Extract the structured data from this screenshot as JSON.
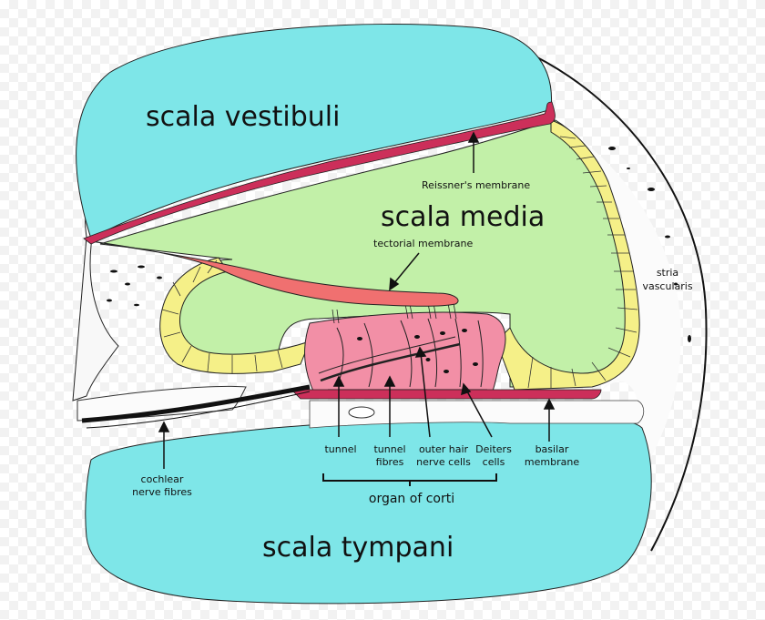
{
  "labels": {
    "scala_vestibuli": "scala vestibuli",
    "scala_media": "scala media",
    "scala_tympani": "scala tympani",
    "reissner": "Reissner's membrane",
    "tectorial": "tectorial membrane",
    "stria_1": "stria",
    "stria_2": "vascularis",
    "tunnel": "tunnel",
    "tunnel_fibres_1": "tunnel",
    "tunnel_fibres_2": "fibres",
    "outer_hair_1": "outer hair",
    "outer_hair_2": "nerve cells",
    "deiters_1": "Deiters",
    "deiters_2": "cells",
    "basilar_1": "basilar",
    "basilar_2": "membrane",
    "cochlear_1": "cochlear",
    "cochlear_2": "nerve fibres",
    "organ_of_corti": "organ of corti"
  },
  "colors": {
    "scala_fill": "#7ee6e8",
    "media_fill": "#c2f0a8",
    "cells_yellow": "#f5f088",
    "corti_pink": "#f28fa6",
    "membrane_red": "#cc2f5a",
    "tectorial_fill": "#f07070",
    "bone_fill": "#f8f8f8"
  }
}
